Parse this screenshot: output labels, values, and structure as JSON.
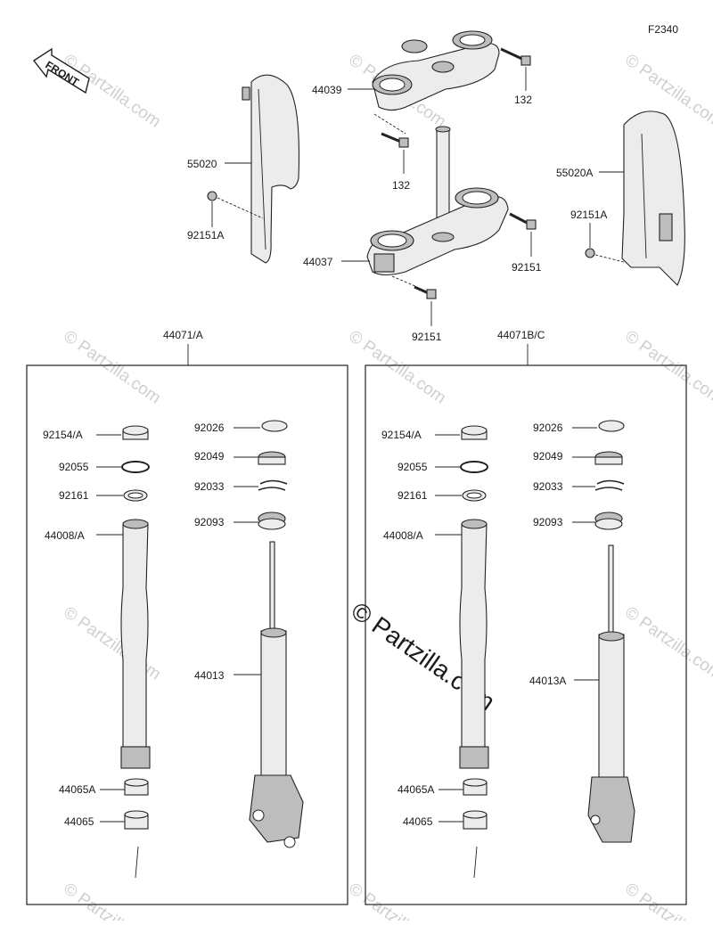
{
  "figure_code": "F2340",
  "front_label": "FRONT",
  "watermark": "© Partzilla.com",
  "watermark_center": "© Partzilla.com",
  "labels": {
    "p44039": "44039",
    "p132a": "132",
    "p132b": "132",
    "p55020": "55020",
    "p92151A_l": "92151A",
    "p55020A": "55020A",
    "p92151A_r": "92151A",
    "p44037": "44037",
    "p92151_a": "92151",
    "p92151_b": "92151",
    "asm_left": "44071/A",
    "asm_right": "44071B/C"
  },
  "left_group": {
    "cap": "92154/A",
    "oring": "92055",
    "ring": "92161",
    "tube": "44008/A",
    "bush_a": "44065A",
    "bush": "44065",
    "seal_top": "92026",
    "seal": "92049",
    "clip": "92033",
    "dust": "92093",
    "inner": "44013"
  },
  "right_group": {
    "cap": "92154/A",
    "oring": "92055",
    "ring": "92161",
    "tube": "44008/A",
    "bush_a": "44065A",
    "bush": "44065",
    "seal_top": "92026",
    "seal": "92049",
    "clip": "92033",
    "dust": "92093",
    "inner": "44013A"
  }
}
